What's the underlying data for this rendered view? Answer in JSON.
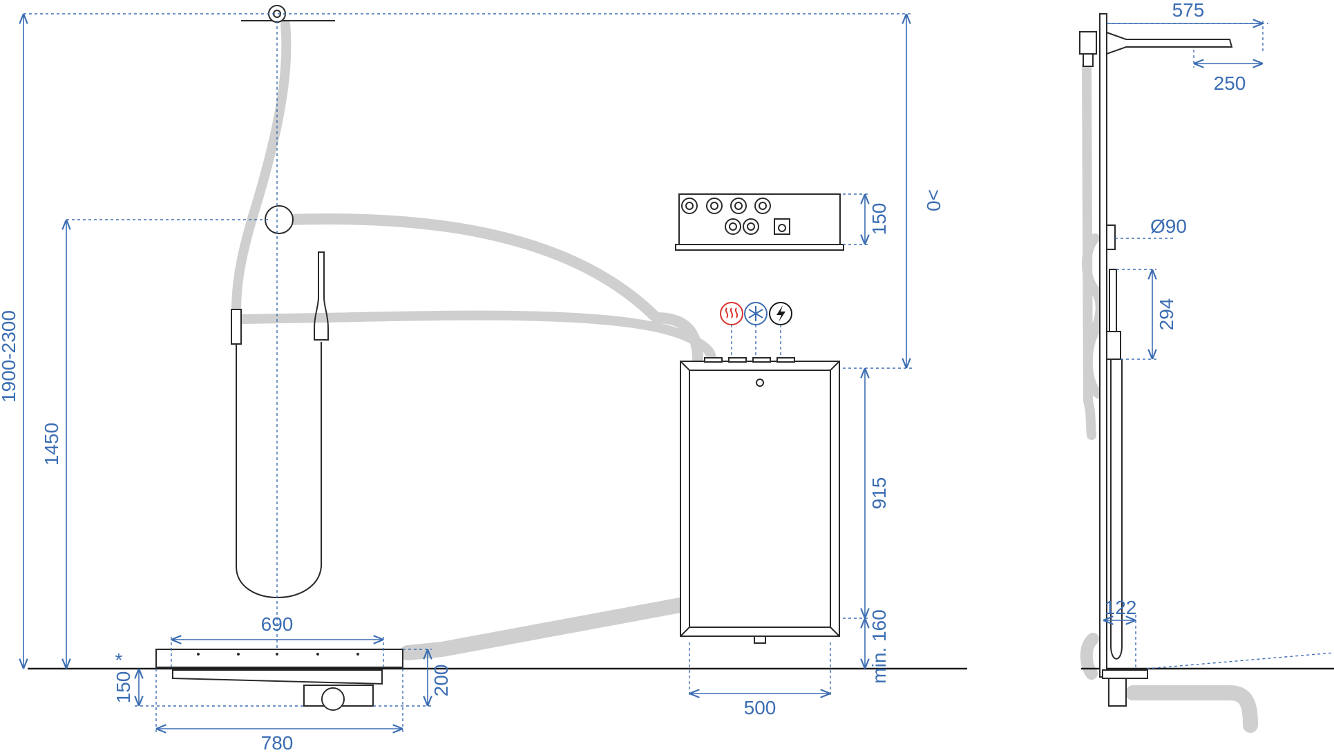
{
  "front_view": {
    "total_height": "1900-2300",
    "hand_shower_height": "1450",
    "tray_width_top": "690",
    "tray_width_total": "780",
    "tray_height": "150",
    "tray_asterisk": "*",
    "drain_height": "200",
    "box_height": "915",
    "box_min_clearance": "min. 160",
    "box_clearance": "160",
    "box_width": "500",
    "top_module_height": "150",
    "top_clearance": ">0"
  },
  "side_view": {
    "arm_length": "575",
    "head_offset": "250",
    "wall_outlet_diameter": "Ø90",
    "hand_holder_height": "294",
    "holder_depth": "122"
  },
  "connection_icons": [
    {
      "name": "hot-water-icon",
      "color": "#d8322e"
    },
    {
      "name": "cold-water-icon",
      "color": "#3b6db3"
    },
    {
      "name": "power-icon",
      "color": "#1a1a1a"
    }
  ],
  "colors": {
    "dimension": "#3b6db3",
    "pipe": "#cfcfcf",
    "outline": "#2a2a2a"
  }
}
